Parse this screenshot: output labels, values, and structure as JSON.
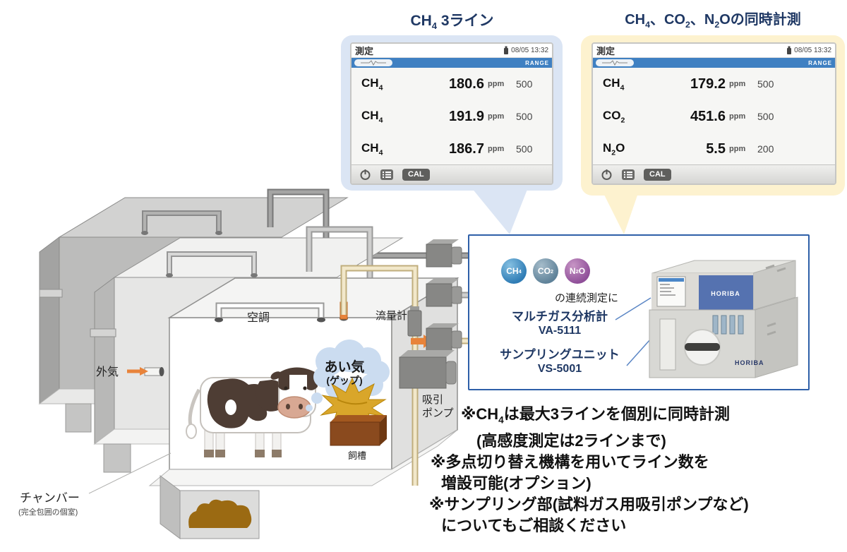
{
  "titles": {
    "left": [
      {
        "t": "CH"
      },
      {
        "t": "4",
        "sub": true
      },
      {
        "t": " 3ライン"
      }
    ],
    "right": [
      {
        "t": "CH"
      },
      {
        "t": "4",
        "sub": true
      },
      {
        "t": "、CO"
      },
      {
        "t": "2",
        "sub": true
      },
      {
        "t": "、N"
      },
      {
        "t": "2",
        "sub": true
      },
      {
        "t": "Oの同時計測"
      }
    ]
  },
  "screens": {
    "left": {
      "title": "測定",
      "datetime": "08/05 13:32",
      "range_label": "RANGE",
      "cal_label": "CAL",
      "rows": [
        {
          "gas": [
            {
              "t": "CH"
            },
            {
              "t": "4",
              "sub": true
            }
          ],
          "value": "180.6",
          "unit": "ppm",
          "range": "500"
        },
        {
          "gas": [
            {
              "t": "CH"
            },
            {
              "t": "4",
              "sub": true
            }
          ],
          "value": "191.9",
          "unit": "ppm",
          "range": "500"
        },
        {
          "gas": [
            {
              "t": "CH"
            },
            {
              "t": "4",
              "sub": true
            }
          ],
          "value": "186.7",
          "unit": "ppm",
          "range": "500"
        }
      ]
    },
    "right": {
      "title": "測定",
      "datetime": "08/05 13:32",
      "range_label": "RANGE",
      "cal_label": "CAL",
      "rows": [
        {
          "gas": [
            {
              "t": "CH"
            },
            {
              "t": "4",
              "sub": true
            }
          ],
          "value": "179.2",
          "unit": "ppm",
          "range": "500"
        },
        {
          "gas": [
            {
              "t": "CO"
            },
            {
              "t": "2",
              "sub": true
            }
          ],
          "value": "451.6",
          "unit": "ppm",
          "range": "500"
        },
        {
          "gas": [
            {
              "t": "N"
            },
            {
              "t": "2",
              "sub": true
            },
            {
              "t": "O"
            }
          ],
          "value": "5.5",
          "unit": "ppm",
          "range": "200"
        }
      ]
    }
  },
  "panel": {
    "gases": [
      {
        "label": [
          {
            "t": "CH"
          },
          {
            "t": "4",
            "sub": true
          }
        ],
        "color": "#2f7cb5"
      },
      {
        "label": [
          {
            "t": "CO"
          },
          {
            "t": "2",
            "sub": true
          }
        ],
        "color": "#5f8299"
      },
      {
        "label": [
          {
            "t": "N"
          },
          {
            "t": "2",
            "sub": true
          },
          {
            "t": "O"
          }
        ],
        "color": "#8f4f99"
      }
    ],
    "lead_text": "の連続測定に",
    "products": [
      {
        "name": "マルチガス分析計",
        "model": "VA-5111"
      },
      {
        "name": "サンプリングユニット",
        "model": "VS-5001"
      }
    ],
    "device_brand_top": "HORIBA",
    "device_brand_bottom": "HORIBA"
  },
  "diagram_labels": {
    "aircon": "空調",
    "flow_meter": "流量計",
    "outside_air": "外気",
    "suction_pump_line1": "吸引",
    "suction_pump_line2": "ポンプ",
    "chamber": "チャンバー",
    "chamber_sub": "(完全包囲の個室)",
    "trough": "飼槽",
    "burp": "あい気",
    "burp_sub": "(ゲップ)"
  },
  "notes": {
    "lines": [
      {
        "segments": [
          {
            "t": "※CH"
          },
          {
            "t": "4",
            "sub": true
          },
          {
            "t": "は最大3ラインを個別に同時計測"
          }
        ]
      },
      {
        "segments": [
          {
            "t": "(高感度測定は2ラインまで)"
          }
        ]
      },
      {
        "segments": [
          {
            "t": "※多点切り替え機構を用いてライン数を"
          }
        ]
      },
      {
        "segments": [
          {
            "t": "増設可能(オプション)"
          }
        ]
      },
      {
        "segments": [
          {
            "t": "※サンプリング部(試料ガス用吸引ポンプなど)"
          }
        ]
      },
      {
        "segments": [
          {
            "t": "についてもご相談ください"
          }
        ]
      }
    ]
  },
  "colors": {
    "bubble_blue": "#dbe5f4",
    "bubble_yellow": "#fdf2cf",
    "title_navy": "#1f3864",
    "screen_bar_blue": "#3f80c2",
    "panel_border": "#2e5fa8",
    "accent_orange": "#e8833a",
    "pipe_cream": "#f2e8ca",
    "hay_gold": "#d9a62a",
    "trough_brown": "#8a4a1e",
    "manure_brown": "#9b6a12"
  }
}
